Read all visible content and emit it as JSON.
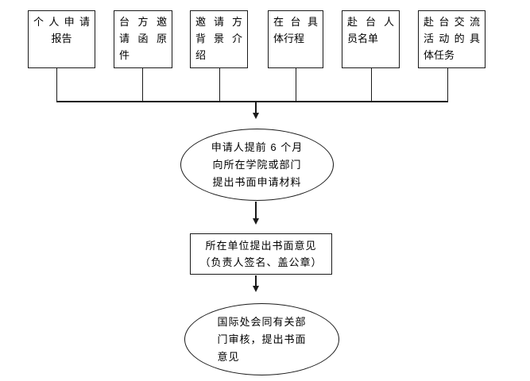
{
  "flowchart": {
    "title_hint": "赴台交流申请审批流程图",
    "colors": {
      "line": "#1a1a1a",
      "background": "#ffffff",
      "text": "#000000"
    },
    "top_boxes": [
      {
        "label": "个人申请报告",
        "lines": [
          "个人申请",
          "报告"
        ]
      },
      {
        "label": "台方邀请函原件",
        "lines": [
          "台方邀",
          "请函原",
          "件"
        ]
      },
      {
        "label": "邀请方背景介绍",
        "lines": [
          "邀请方",
          "背景介",
          "绍"
        ]
      },
      {
        "label": "在台具体行程",
        "lines": [
          "在台具",
          "体行程"
        ]
      },
      {
        "label": "赴台人员名单",
        "lines": [
          "赴台人",
          "员名单"
        ]
      },
      {
        "label": "赴台交流活动的具体任务",
        "lines": [
          "赴台交流",
          "活动的具",
          "体任务"
        ]
      }
    ],
    "ellipse1": {
      "label": "申请人提前 6 个月向所在学院或部门提出书面申请材料",
      "lines": [
        "申请人提前 6 个月",
        "向所在学院或部门",
        "提出书面申请材料"
      ]
    },
    "rect": {
      "label": "所在单位提出书面意见（负责人签名、盖公章）",
      "lines": [
        "所在单位提出书面意见",
        "（负责人签名、盖公章）"
      ]
    },
    "ellipse2": {
      "label": "国际处会同有关部门审核，提出书面意见",
      "lines": [
        "国际处会同有关部",
        "门审核，提出书面",
        "意见"
      ]
    }
  }
}
